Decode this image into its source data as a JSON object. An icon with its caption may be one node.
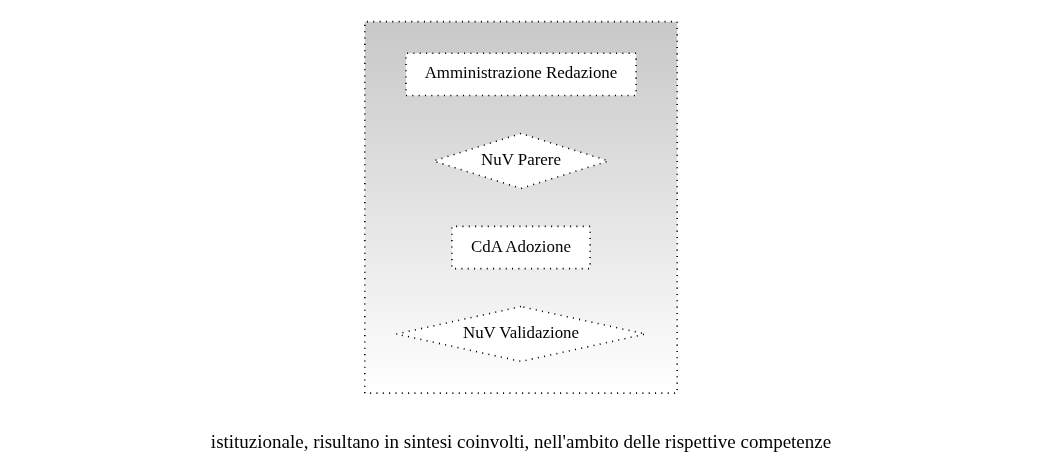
{
  "diagram": {
    "nodes": [
      {
        "text": [],
        "shape": "arrow"
      },
      {
        "text": [
          "Amministrazione Redazione"
        ],
        "in": 0
      },
      {
        "text": [
          "NuV Parere"
        ],
        "in": 0
      },
      {
        "text": [
          "CdA Adozione"
        ],
        "in": 0
      },
      {
        "text": [
          "NuV Validazione"
        ],
        "in": 0
      }
    ],
    "labels": [
      "istituzionale, risultano in sintesi coinvolti, nell'ambito delle rispettive competenze"
    ]
  }
}
